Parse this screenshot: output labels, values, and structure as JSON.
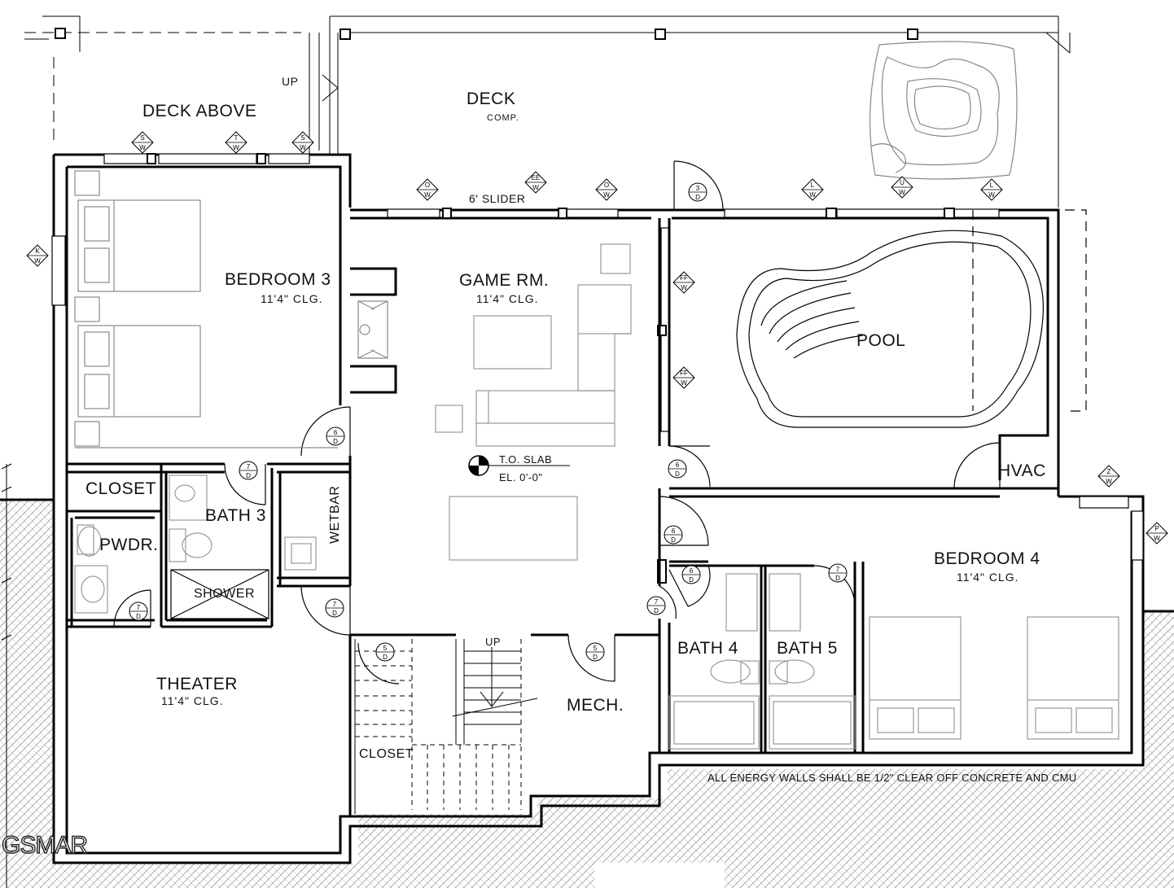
{
  "rooms": {
    "deck_above": "DECK ABOVE",
    "deck": "DECK",
    "deck_comp": "COMP.",
    "up_top": "UP",
    "slider": "6' SLIDER",
    "bedroom3": "BEDROOM 3",
    "bedroom3_clg": "11'4\" CLG.",
    "game_rm": "GAME RM.",
    "game_clg": "11'4\" CLG.",
    "pool": "POOL",
    "hvac": "HVAC",
    "closet1": "CLOSET",
    "bath3": "BATH 3",
    "pwdr": "PWDR.",
    "shower": "SHOWER",
    "wetbar": "WETBAR",
    "to_slab": "T.O. SLAB",
    "elevation": "EL. 0'-0\"",
    "bedroom4": "BEDROOM 4",
    "bedroom4_clg": "11'4\" CLG.",
    "bath4": "BATH 4",
    "bath5": "BATH 5",
    "theater": "THEATER",
    "theater_clg": "11'4\" CLG.",
    "closet2": "CLOSET",
    "up_stair": "UP",
    "mech": "MECH."
  },
  "note": "ALL ENERGY WALLS SHALL BE 1/2\" CLEAR OFF CONCRETE AND CMU",
  "watermark": "GSMAR",
  "window_tags": [
    {
      "id": "w1",
      "top": "S",
      "bot": "W"
    },
    {
      "id": "w2",
      "top": "T",
      "bot": "W"
    },
    {
      "id": "w3",
      "top": "S",
      "bot": "W"
    },
    {
      "id": "w4",
      "top": "K",
      "bot": "W"
    },
    {
      "id": "w5",
      "top": "O",
      "bot": "W"
    },
    {
      "id": "w6",
      "top": "EE",
      "bot": "W"
    },
    {
      "id": "w7",
      "top": "O",
      "bot": "W"
    },
    {
      "id": "w8",
      "top": "L",
      "bot": "W"
    },
    {
      "id": "w9",
      "top": "U",
      "bot": "W"
    },
    {
      "id": "w10",
      "top": "L",
      "bot": "W"
    },
    {
      "id": "w11",
      "top": "FF",
      "bot": "W"
    },
    {
      "id": "w12",
      "top": "FF",
      "bot": "W"
    },
    {
      "id": "w13",
      "top": "Z",
      "bot": "W"
    },
    {
      "id": "w14",
      "top": "P",
      "bot": "W"
    }
  ],
  "door_tags": [
    {
      "id": "d1",
      "top": "3",
      "bot": "D"
    },
    {
      "id": "d2",
      "top": "6",
      "bot": "D"
    },
    {
      "id": "d3",
      "top": "7",
      "bot": "D"
    },
    {
      "id": "d4",
      "top": "7",
      "bot": "D"
    },
    {
      "id": "d5",
      "top": "6",
      "bot": "D"
    },
    {
      "id": "d6",
      "top": "6",
      "bot": "D"
    },
    {
      "id": "d7",
      "top": "6",
      "bot": "D"
    },
    {
      "id": "d8",
      "top": "7",
      "bot": "D"
    },
    {
      "id": "d9",
      "top": "7",
      "bot": "D"
    },
    {
      "id": "d10",
      "top": "7",
      "bot": "D"
    },
    {
      "id": "d11",
      "top": "5",
      "bot": "D"
    },
    {
      "id": "d12",
      "top": "5",
      "bot": "D"
    }
  ],
  "colors": {
    "line": "#000000",
    "fixture": "#9a9a9a",
    "hatch": "#8a8a8a"
  }
}
